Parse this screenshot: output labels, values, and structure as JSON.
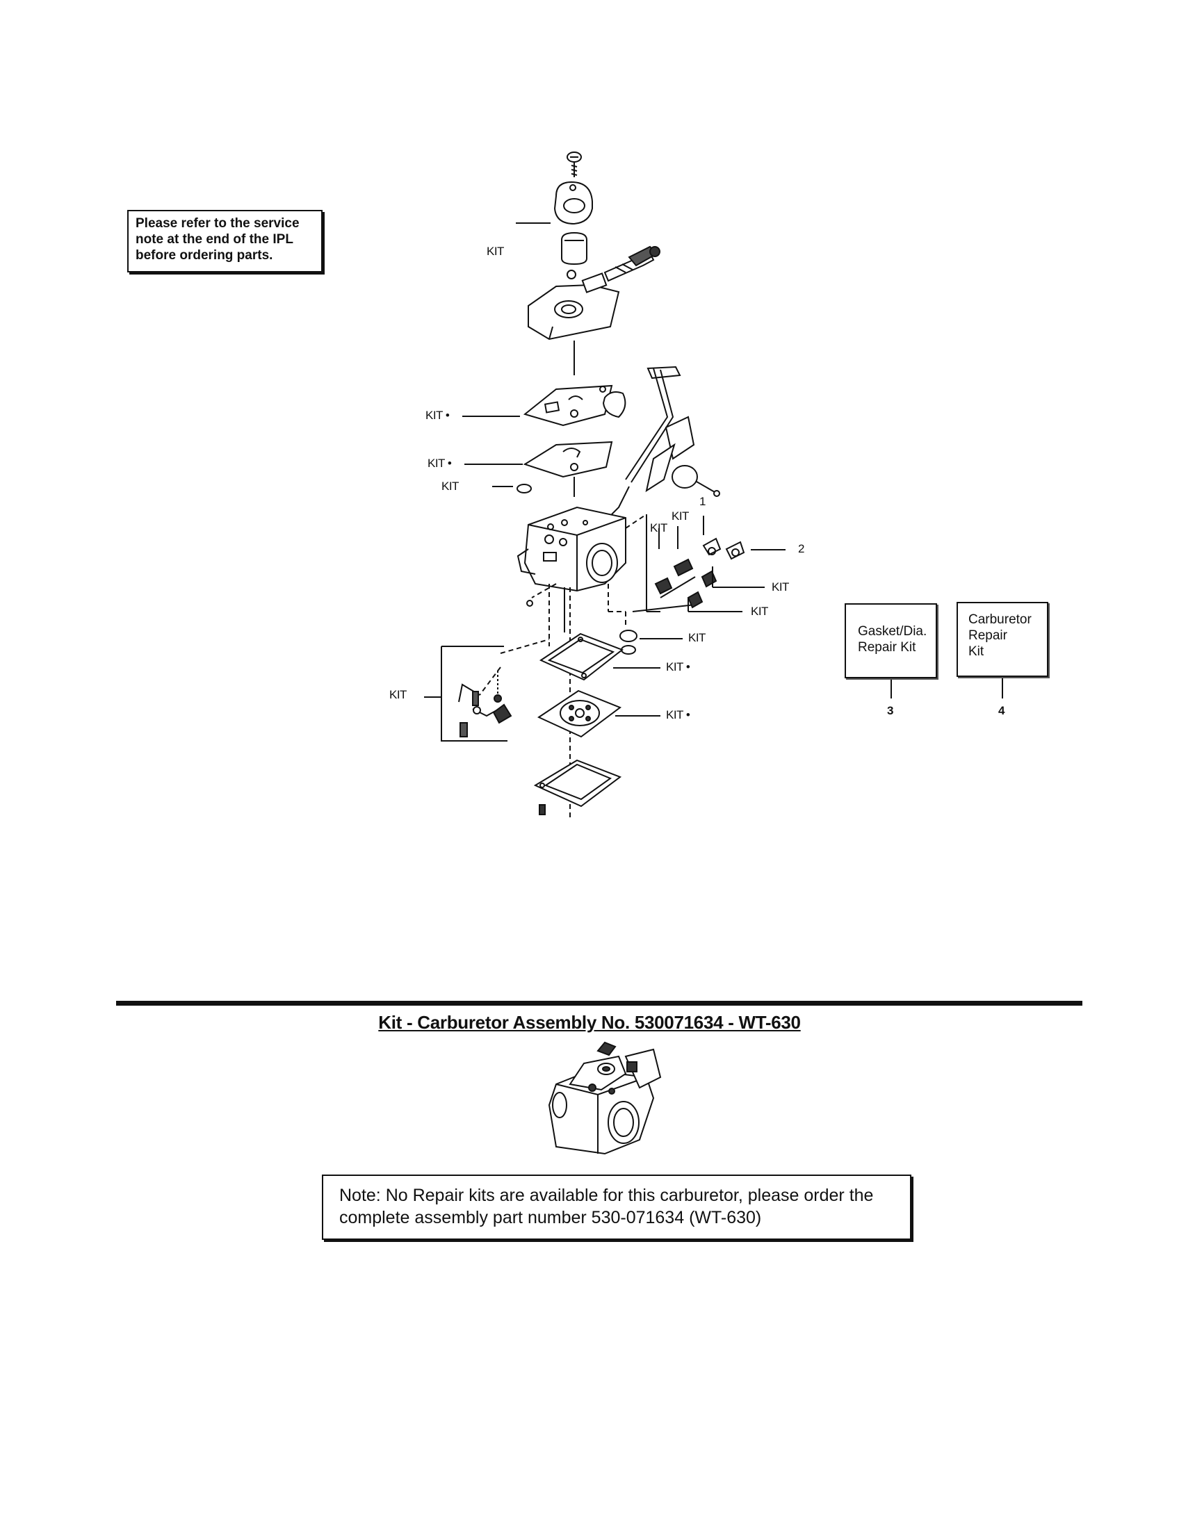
{
  "service_note": {
    "lines": [
      "Please  refer  to the service",
      "note  at the end of the IPL",
      "before ordering  parts."
    ]
  },
  "callouts": {
    "kit": "KIT",
    "kit_dot": "KIT •",
    "n1": "1",
    "n2": "2"
  },
  "kit_boxes": [
    {
      "lines": [
        "Gasket/Dia.",
        "Repair Kit"
      ],
      "number": "3"
    },
    {
      "lines": [
        "Carburetor",
        "Repair",
        "Kit"
      ],
      "number": "4"
    }
  ],
  "section_title": "Kit - Carburetor Assembly No. 530071634 - WT-630",
  "bottom_note": {
    "lines": [
      "Note: No Repair kits are available for this carburetor, please order the",
      "complete assembly part number 530-071634 (WT-630)"
    ]
  }
}
